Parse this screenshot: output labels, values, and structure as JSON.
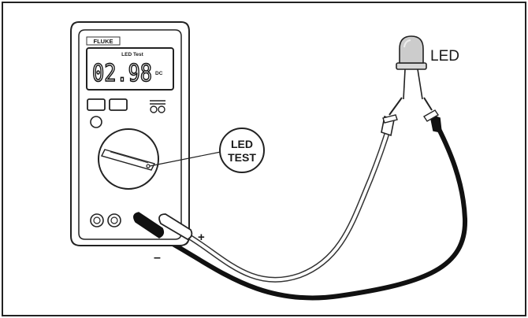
{
  "meter": {
    "brand": "FLUKE",
    "mode_label": "LED Test",
    "reading": "02.98",
    "unit": "DC"
  },
  "callout": {
    "line1": "LED",
    "line2": "TEST"
  },
  "component": {
    "label": "LED"
  },
  "terminals": {
    "positive": "+",
    "negative": "–"
  }
}
